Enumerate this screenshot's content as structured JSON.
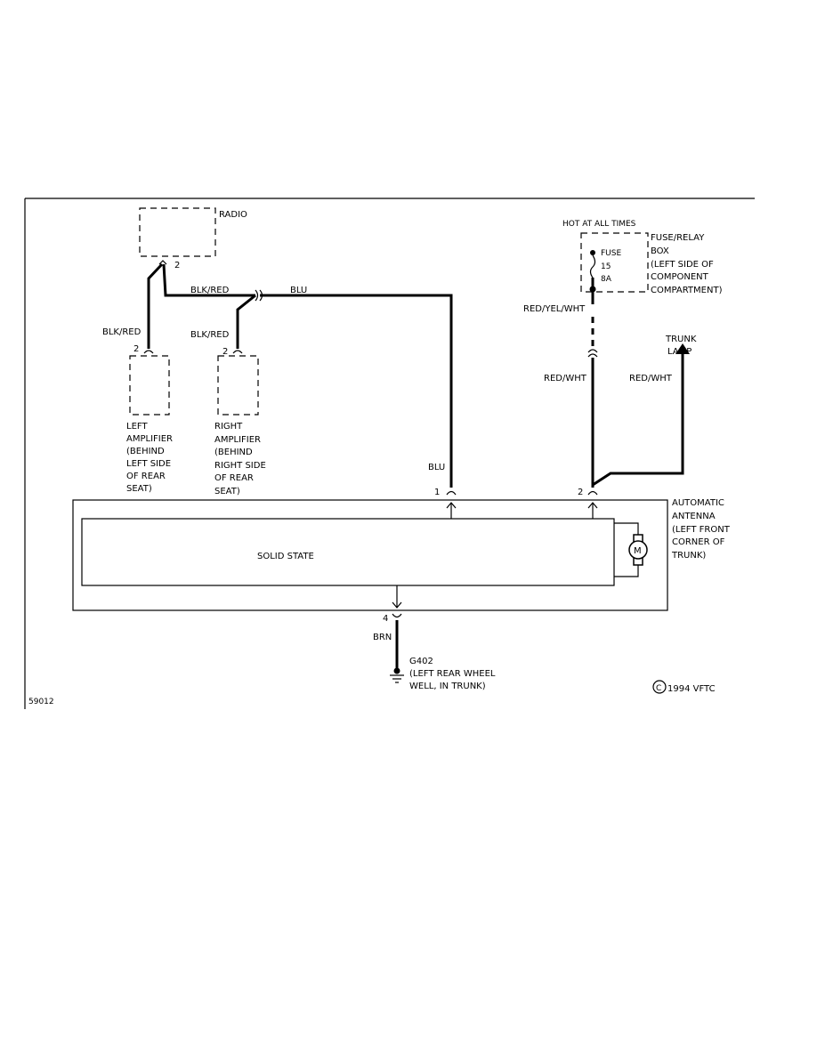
{
  "radio": {
    "label": "RADIO",
    "pin": "2"
  },
  "left_amplifier": {
    "pin": "2",
    "wire": "BLK/RED",
    "lines": [
      "LEFT",
      "AMPLIFIER",
      "(BEHIND",
      "LEFT SIDE",
      "OF REAR",
      "SEAT)"
    ]
  },
  "right_amplifier": {
    "pin": "2",
    "wire": "BLK/RED",
    "lines": [
      "RIGHT",
      "AMPLIFIER",
      "(BEHIND",
      "RIGHT SIDE",
      "OF REAR",
      "SEAT)"
    ]
  },
  "wires": {
    "radio_out": "BLK/RED",
    "blu_top": "BLU",
    "blu_pin1": "BLU",
    "fuse_out": "RED/YEL/WHT",
    "pin2_in": "RED/WHT",
    "trunk_lamp_wire": "RED/WHT",
    "ground_wire": "BRN"
  },
  "fuse_box": {
    "hot_label": "HOT AT ALL TIMES",
    "fuse_label": "FUSE",
    "fuse_number": "15",
    "fuse_rating": "8A",
    "lines": [
      "FUSE/RELAY",
      "BOX",
      "(LEFT SIDE OF",
      "COMPONENT",
      "COMPARTMENT)"
    ]
  },
  "trunk_lamp": {
    "lines": [
      "TRUNK",
      "LAMP"
    ]
  },
  "antenna": {
    "pin1": "1",
    "pin2": "2",
    "pin4": "4",
    "inner_label": "SOLID STATE",
    "motor_symbol": "M",
    "lines": [
      "AUTOMATIC",
      "ANTENNA",
      "(LEFT FRONT",
      "CORNER OF",
      "TRUNK)"
    ]
  },
  "ground": {
    "id": "G402",
    "lines": [
      "(LEFT REAR WHEEL",
      "WELL, IN TRUNK)"
    ]
  },
  "copyright": {
    "symbol": "C",
    "text": "1994 VFTC"
  },
  "figure_id": "59012"
}
